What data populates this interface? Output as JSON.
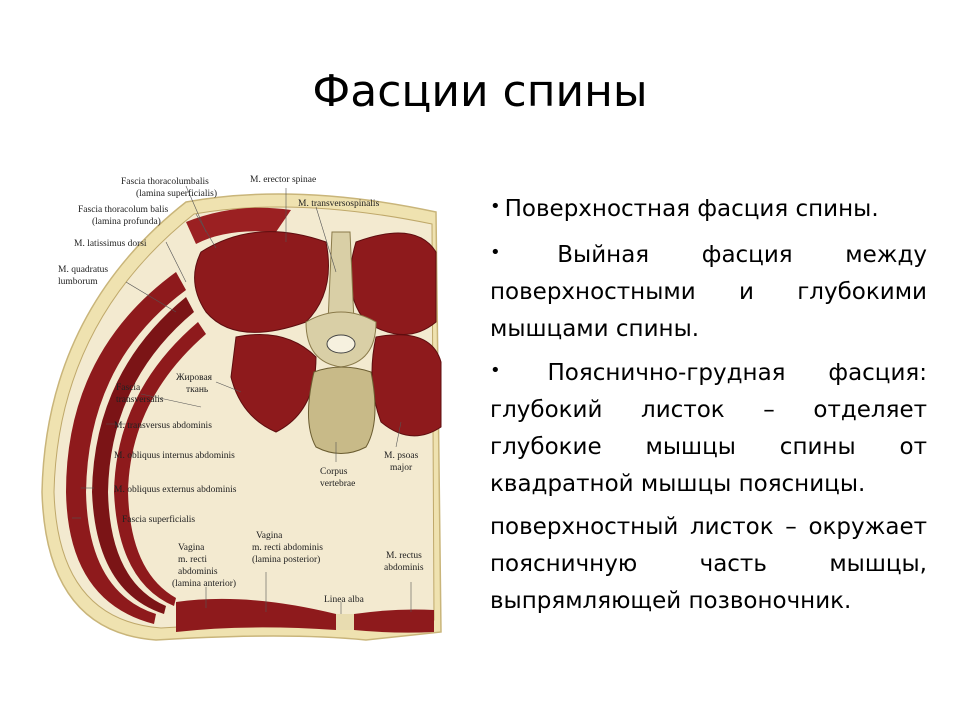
{
  "slide": {
    "title": "Фасции спины"
  },
  "figure": {
    "labels": {
      "fascia_thoracolumbalis_sup": "Fascia thoracolumbalis",
      "lamina_superficialis": "(lamina superficialis)",
      "fascia_thoracolumbalis_prof": "Fascia thoracolum balis",
      "lamina_profunda": "(lamina profunda)",
      "latissimus_dorsi": "M. latissimus dorsi",
      "quadratus_1": "M. quadratus",
      "quadratus_2": "lumborum",
      "erector_spinae": "M. erector spinae",
      "transversospinalis": "M. transversospinalis",
      "fascia_transversalis_1": "Fascia",
      "fascia_transversalis_2": "transversalis",
      "fat_1": "Жировая",
      "fat_2": "ткань",
      "transversus_abdominis": "M. transversus abdominis",
      "obliquus_internus": "M. obliquus internus abdominis",
      "obliquus_externus": "M. obliquus externus abdominis",
      "fascia_superficialis": "Fascia superficialis",
      "corpus_1": "Corpus",
      "corpus_2": "vertebrae",
      "psoas_1": "M. psoas",
      "psoas_2": "major",
      "vagina_ant_1": "Vagina",
      "vagina_ant_2": "m. recti",
      "vagina_ant_3": "abdominis",
      "vagina_ant_4": "(lamina anterior)",
      "vagina_post_1": "Vagina",
      "vagina_post_2": "m. recti abdominis",
      "vagina_post_3": "(lamina posterior)",
      "linea_alba": "Linea alba",
      "rectus_1": "M. rectus",
      "rectus_2": "abdominis"
    }
  },
  "bullets": {
    "item1": "Поверхностная фасция спины.",
    "item2": "Выйная фасция между поверхностными и глубокими мышцами спины.",
    "item3": "Пояснично-грудная фасция: глубокий листок – отделяет глубокие мышцы спины от квадратной мышцы поясницы.",
    "item4": "поверхностный листок – окружает поясничную часть мышцы, выпрямляющей позвоночник.",
    "bullet_glyph": "•"
  },
  "colors": {
    "muscle": "#8e1a1c",
    "muscle_dark": "#6d1012",
    "fat": "#efe2b0",
    "fascia": "#d8c68a",
    "bone": "#d9cfa6"
  }
}
